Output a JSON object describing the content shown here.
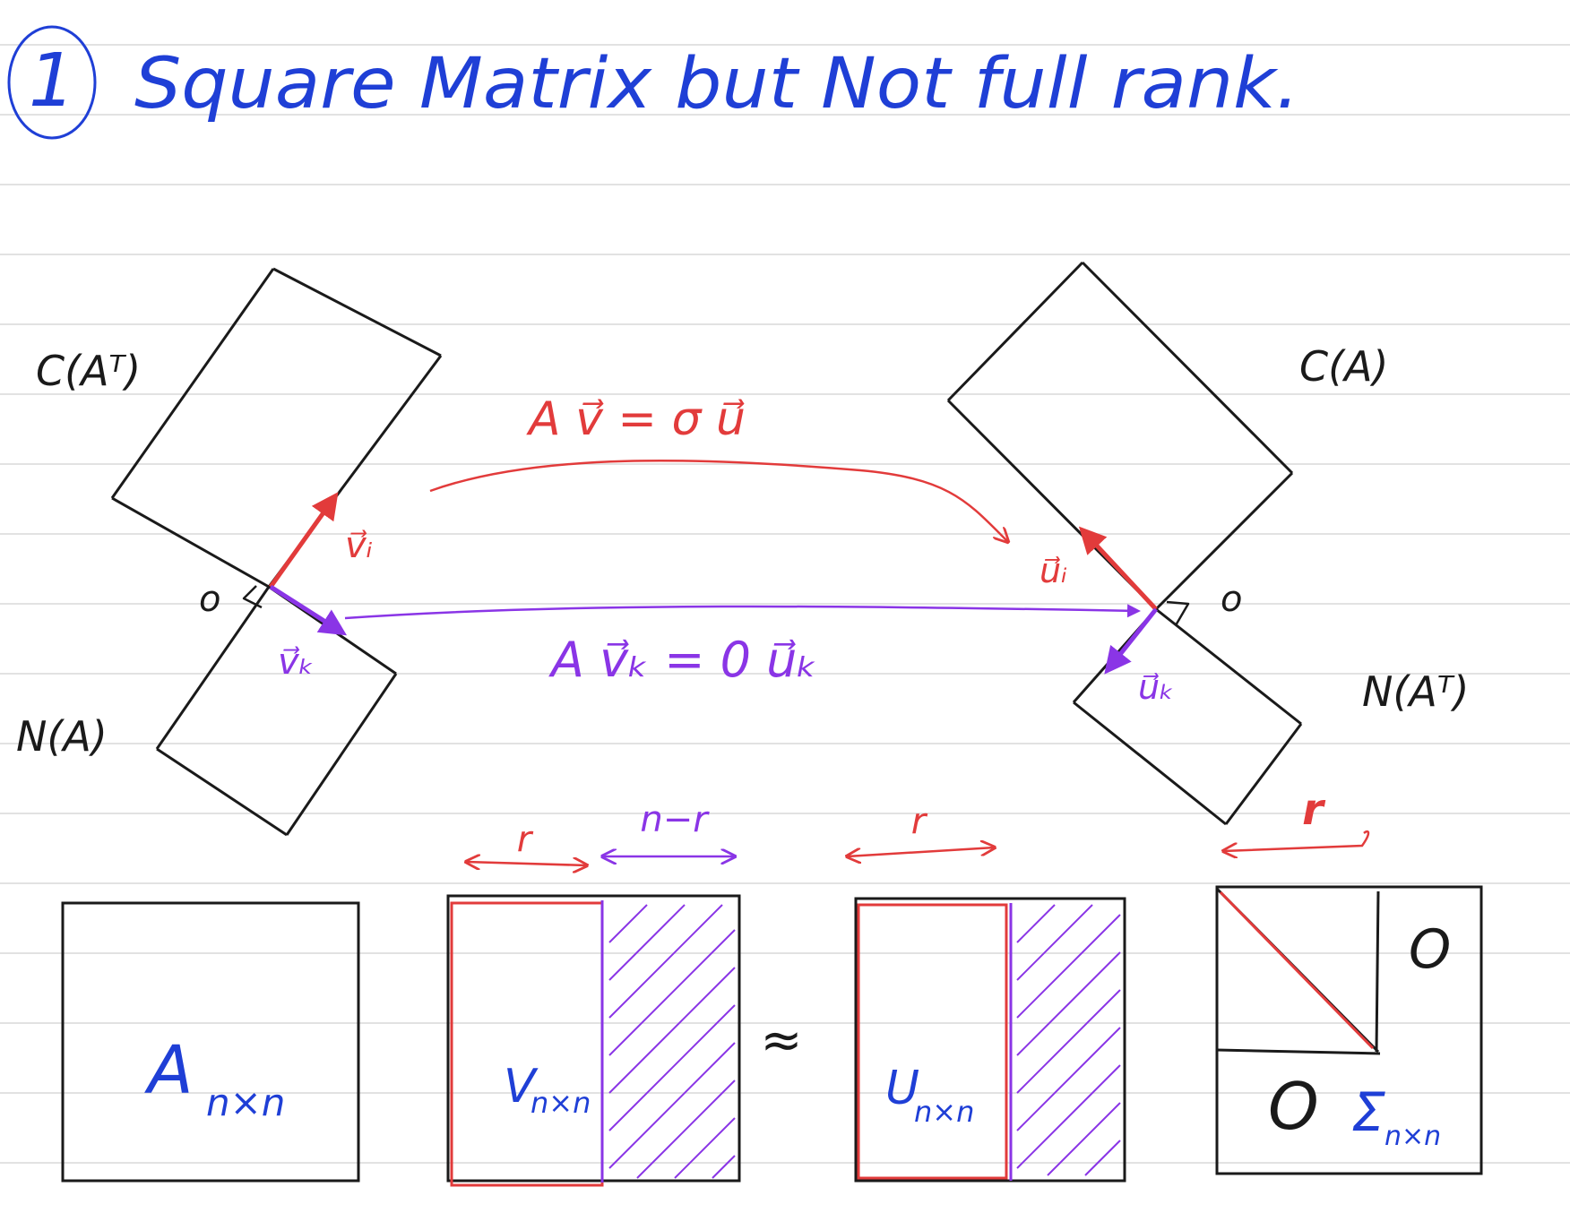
{
  "colors": {
    "ink_blue": "#1f3fd6",
    "ink_black": "#1a1a1a",
    "ink_red": "#e23b3b",
    "ink_purple": "#8a35e6",
    "rule_line": "#d9d9d9"
  },
  "heading": {
    "number": "1",
    "title": "Square Matrix but Not full rank."
  },
  "left_space": {
    "row_space_label": "C(Aᵀ)",
    "null_space_label": "N(A)",
    "origin_label": "o",
    "vector_i_label": "v⃗ᵢ",
    "vector_k_label": "v⃗ₖ"
  },
  "right_space": {
    "column_space_label": "C(A)",
    "left_null_space_label": "N(Aᵀ)",
    "origin_label": "o",
    "vector_i_label": "u⃗ᵢ",
    "vector_k_label": "u⃗ₖ"
  },
  "mappings": {
    "top_equation": "A v⃗ = σ u⃗",
    "bottom_equation": "A v⃗ₖ = 0 u⃗ₖ"
  },
  "dimension_labels": {
    "v_rank": "r",
    "v_nullity": "n−r",
    "u_rank": "r",
    "sigma_rank": "r"
  },
  "matrices": {
    "a_label": "A",
    "a_sub": "n×n",
    "v_label": "V",
    "v_sub": "n×n",
    "equals_sign": "≈",
    "u_label": "U",
    "u_sub": "n×n",
    "sigma_label": "Σ",
    "sigma_sub": "n×n",
    "zero_block_top": "O",
    "zero_block_bottom": "O"
  }
}
